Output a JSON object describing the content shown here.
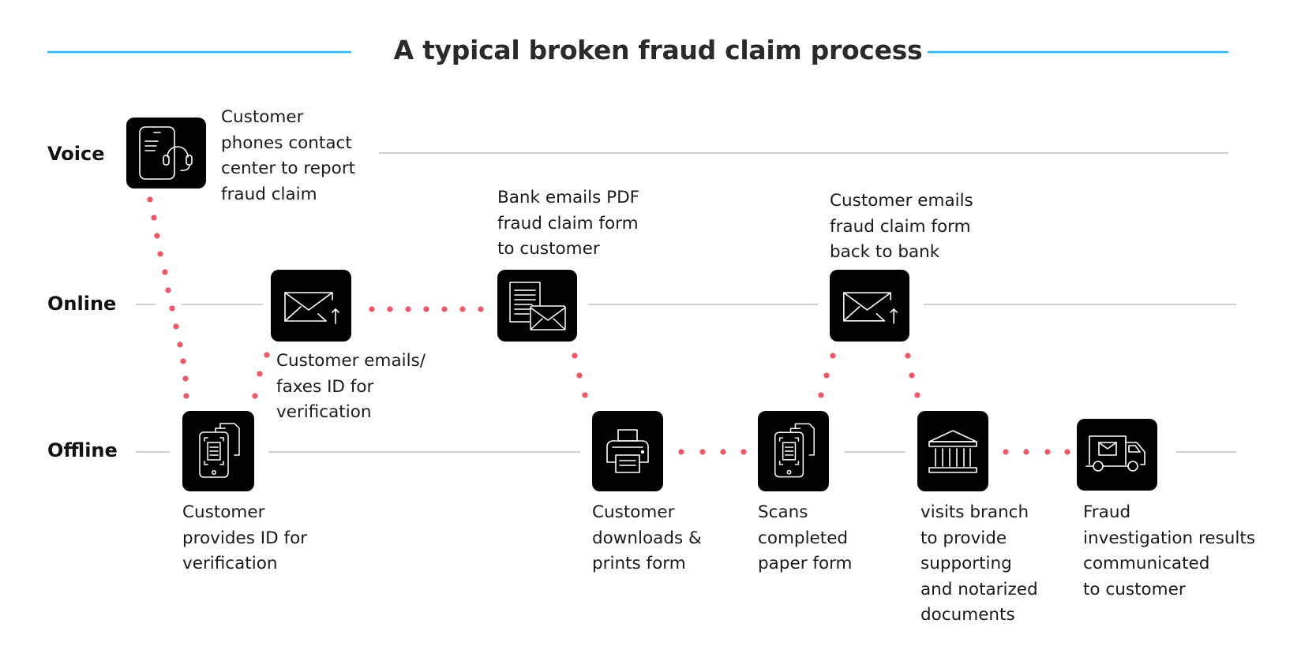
{
  "title": "A typical broken fraud claim process",
  "rows": {
    "voice": "Voice",
    "online": "Online",
    "offline": "Offline"
  },
  "steps": {
    "phone_contact_center": "Customer\nphones contact\ncenter to report\nfraud claim",
    "customer_emails_faxes_id": "Customer emails/\nfaxes ID for\nverification",
    "customer_provides_id": "Customer\nprovides ID for\nverification",
    "bank_emails_pdf": "Bank emails PDF\nfraud claim form\nto customer",
    "customer_downloads_prints": "Customer\ndownloads &\nprints form",
    "scans_paper_form": "Scans\ncompleted\npaper form",
    "customer_emails_form_back": "Customer emails\nfraud claim form\nback to bank",
    "visits_branch": "visits branch\nto provide\nsupporting\nand notarized\ndocuments",
    "results_communicated": "Fraud\ninvestigation results\ncommunicated\nto customer"
  },
  "colors": {
    "title_rule": "#29b6f6",
    "lane_line": "#b5b5b5",
    "connector_dots": "#f25563",
    "node_fill": "#000000",
    "icon_stroke": "#ffffff"
  },
  "icons": {
    "phone_contact_center": "phone-headset-icon",
    "customer_emails_faxes_id": "email-send-icon",
    "customer_provides_id": "mobile-document-icon",
    "bank_emails_pdf": "document-email-icon",
    "customer_downloads_prints": "printer-icon",
    "scans_paper_form": "mobile-document-icon",
    "customer_emails_form_back": "email-send-icon",
    "visits_branch": "bank-building-icon",
    "results_communicated": "mail-truck-icon"
  }
}
